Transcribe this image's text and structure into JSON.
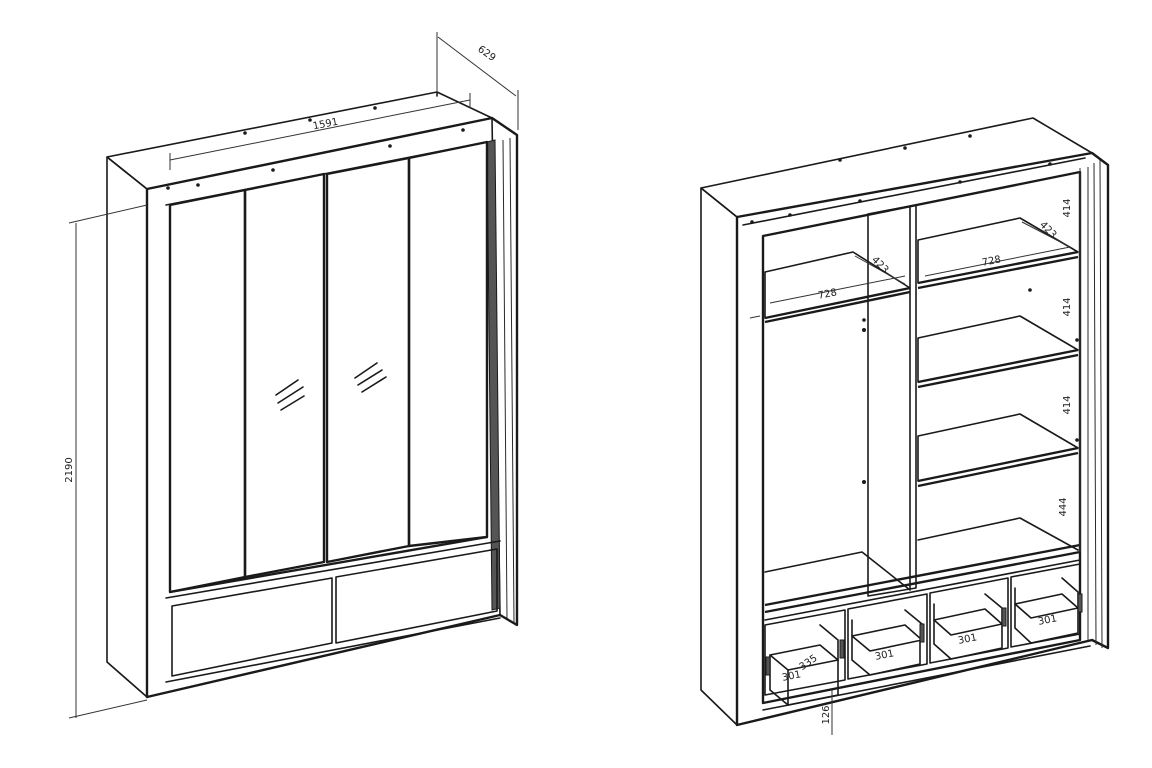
{
  "left_view": {
    "width": "1591",
    "depth": "629",
    "height": "2190"
  },
  "right_view": {
    "hanging_shelf_width": "728",
    "hanging_shelf_depth": "423",
    "shelf_width": "728",
    "shelf_depth": "423",
    "gap_1": "414",
    "gap_2": "414",
    "gap_3": "414",
    "gap_4": "444",
    "drawer_widths": [
      "301",
      "301",
      "301",
      "301"
    ],
    "drawer_depth": "335",
    "plinth_height": "126"
  }
}
